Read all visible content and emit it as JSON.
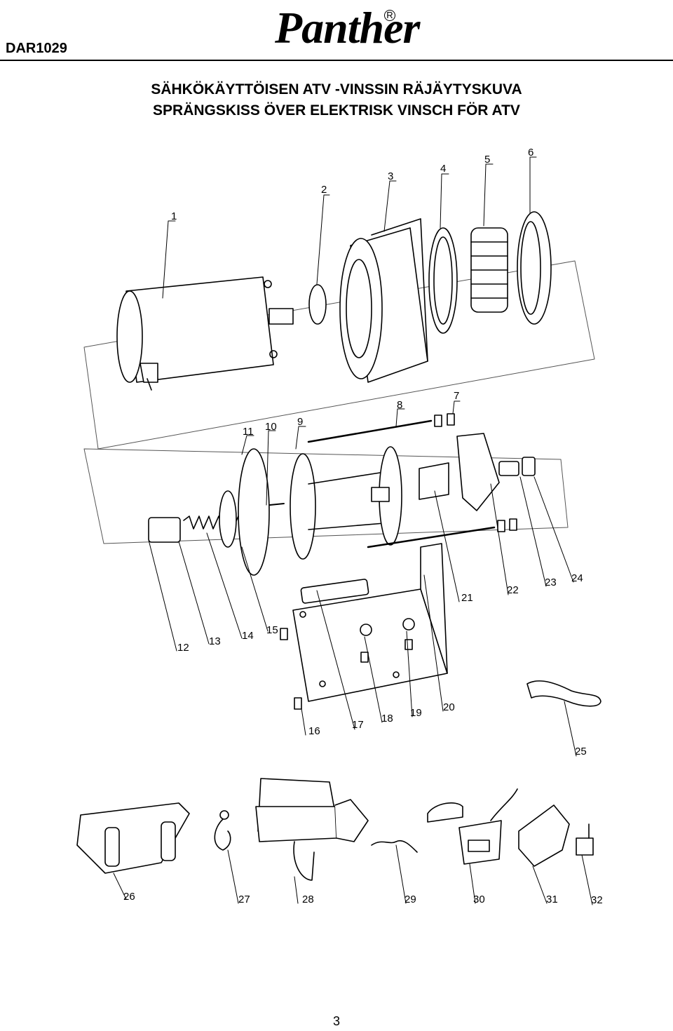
{
  "header": {
    "code": "DAR1029",
    "brand": "Panther",
    "brand_mark": "R"
  },
  "titles": {
    "fi": "SÄHKÖKÄYTTÖISEN ATV -VINSSIN RÄJÄYTYSKUVA",
    "sv": "SPRÄNGSKISS ÖVER ELEKTRISK VINSCH FÖR ATV"
  },
  "part_labels": [
    "1",
    "2",
    "3",
    "4",
    "5",
    "6",
    "7",
    "8",
    "9",
    "10",
    "11",
    "12",
    "13",
    "14",
    "15",
    "16",
    "17",
    "18",
    "19",
    "20",
    "21",
    "22",
    "23",
    "24",
    "25",
    "26",
    "27",
    "28",
    "29",
    "30",
    "31",
    "32"
  ],
  "page_number": "3"
}
